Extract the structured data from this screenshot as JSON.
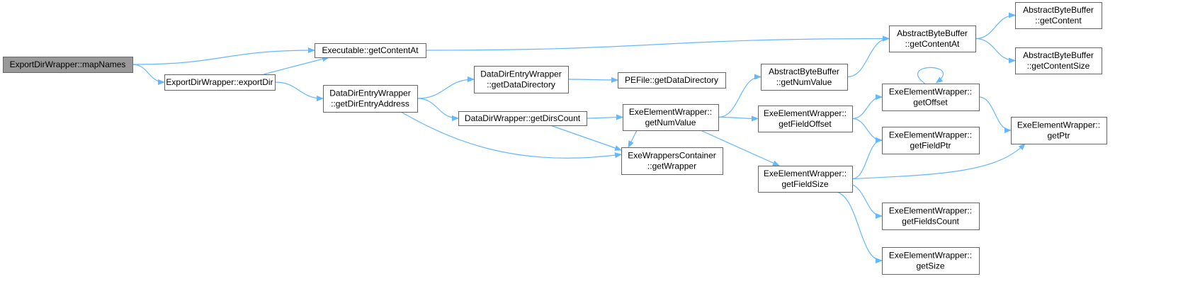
{
  "colors": {
    "node_fill": "#ffffff",
    "node_stroke": "#666666",
    "root_fill": "#999999",
    "edge": "#63b8ff",
    "text": "#000000"
  },
  "nodes": {
    "mapNames": {
      "lines": [
        "ExportDirWrapper::mapNames"
      ],
      "root": true
    },
    "exportDir": {
      "lines": [
        "ExportDirWrapper::exportDir"
      ]
    },
    "execGetContentAt": {
      "lines": [
        "Executable::getContentAt"
      ]
    },
    "abbGetContentAt": {
      "lines": [
        "AbstractByteBuffer",
        "::getContentAt"
      ]
    },
    "abbGetContent": {
      "lines": [
        "AbstractByteBuffer",
        "::getContent"
      ]
    },
    "abbGetContentSize": {
      "lines": [
        "AbstractByteBuffer",
        "::getContentSize"
      ]
    },
    "ddewGetDirEntryAddress": {
      "lines": [
        "DataDirEntryWrapper",
        "::getDirEntryAddress"
      ]
    },
    "ddewGetDataDirectory": {
      "lines": [
        "DataDirEntryWrapper",
        "::getDataDirectory"
      ]
    },
    "pefileGetDataDirectory": {
      "lines": [
        "PEFile::getDataDirectory"
      ]
    },
    "ddwGetDirsCount": {
      "lines": [
        "DataDirWrapper::getDirsCount"
      ]
    },
    "abbGetNumValue": {
      "lines": [
        "AbstractByteBuffer",
        "::getNumValue"
      ]
    },
    "eewGetNumValue": {
      "lines": [
        "ExeElementWrapper::",
        "getNumValue"
      ]
    },
    "ewcGetWrapper": {
      "lines": [
        "ExeWrappersContainer",
        "::getWrapper"
      ]
    },
    "eewGetFieldOffset": {
      "lines": [
        "ExeElementWrapper::",
        "getFieldOffset"
      ]
    },
    "eewGetOffset": {
      "lines": [
        "ExeElementWrapper::",
        "getOffset"
      ]
    },
    "eewGetFieldPtr": {
      "lines": [
        "ExeElementWrapper::",
        "getFieldPtr"
      ]
    },
    "eewGetPtr": {
      "lines": [
        "ExeElementWrapper::",
        "getPtr"
      ]
    },
    "eewGetFieldSize": {
      "lines": [
        "ExeElementWrapper::",
        "getFieldSize"
      ]
    },
    "eewGetFieldsCount": {
      "lines": [
        "ExeElementWrapper::",
        "getFieldsCount"
      ]
    },
    "eewGetSize": {
      "lines": [
        "ExeElementWrapper::",
        "getSize"
      ]
    }
  },
  "edges": [
    [
      "mapNames",
      "execGetContentAt"
    ],
    [
      "mapNames",
      "exportDir"
    ],
    [
      "exportDir",
      "execGetContentAt"
    ],
    [
      "exportDir",
      "ddewGetDirEntryAddress"
    ],
    [
      "execGetContentAt",
      "abbGetContentAt"
    ],
    [
      "abbGetContentAt",
      "abbGetContent"
    ],
    [
      "abbGetContentAt",
      "abbGetContentSize"
    ],
    [
      "ddewGetDirEntryAddress",
      "ddewGetDataDirectory"
    ],
    [
      "ddewGetDirEntryAddress",
      "ddwGetDirsCount"
    ],
    [
      "ddewGetDirEntryAddress",
      "ewcGetWrapper"
    ],
    [
      "ddewGetDataDirectory",
      "pefileGetDataDirectory"
    ],
    [
      "ddwGetDirsCount",
      "eewGetNumValue"
    ],
    [
      "ddwGetDirsCount",
      "ewcGetWrapper"
    ],
    [
      "eewGetNumValue",
      "abbGetNumValue"
    ],
    [
      "eewGetNumValue",
      "eewGetFieldOffset"
    ],
    [
      "eewGetNumValue",
      "eewGetFieldSize"
    ],
    [
      "eewGetNumValue",
      "ewcGetWrapper"
    ],
    [
      "abbGetNumValue",
      "abbGetContentAt"
    ],
    [
      "eewGetFieldOffset",
      "eewGetOffset"
    ],
    [
      "eewGetFieldOffset",
      "eewGetFieldPtr"
    ],
    [
      "eewGetOffset",
      "eewGetOffset"
    ],
    [
      "eewGetOffset",
      "eewGetPtr"
    ],
    [
      "eewGetFieldSize",
      "eewGetFieldPtr"
    ],
    [
      "eewGetFieldSize",
      "eewGetPtr"
    ],
    [
      "eewGetFieldSize",
      "eewGetFieldsCount"
    ],
    [
      "eewGetFieldSize",
      "eewGetSize"
    ]
  ]
}
